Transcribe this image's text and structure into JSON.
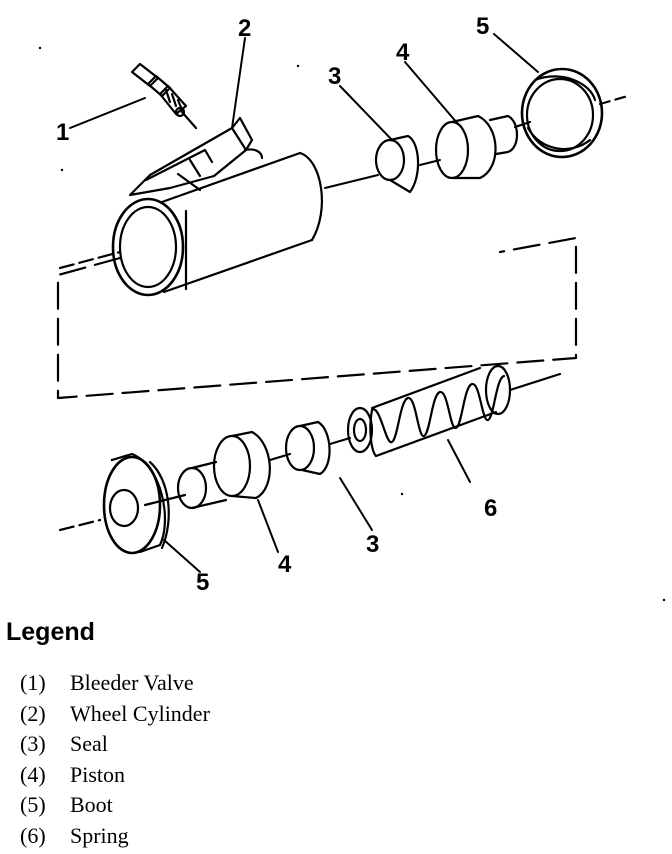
{
  "callouts": {
    "bleeder_valve": "1",
    "wheel_cylinder": "2",
    "seal_upper": "3",
    "piston_upper": "4",
    "boot_upper": "5",
    "spring": "6",
    "seal_lower": "3",
    "piston_lower": "4",
    "boot_lower": "5"
  },
  "legend": {
    "title": "Legend",
    "items": [
      {
        "num": "(1)",
        "label": "Bleeder Valve"
      },
      {
        "num": "(2)",
        "label": "Wheel Cylinder"
      },
      {
        "num": "(3)",
        "label": "Seal"
      },
      {
        "num": "(4)",
        "label": "Piston"
      },
      {
        "num": "(5)",
        "label": "Boot"
      },
      {
        "num": "(6)",
        "label": "Spring"
      }
    ]
  }
}
